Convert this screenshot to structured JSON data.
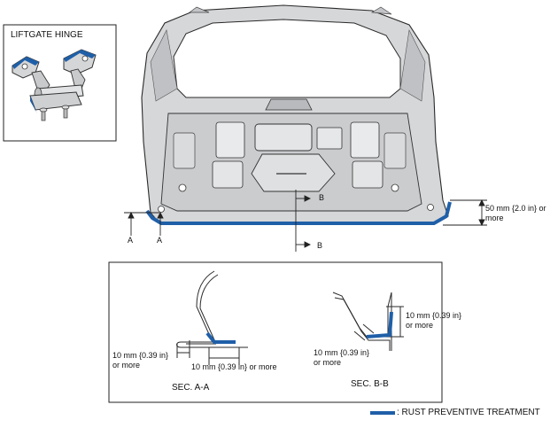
{
  "inset": {
    "title": "LIFTGATE HINGE"
  },
  "markers": {
    "a_left": "A",
    "a_right": "A",
    "b_top": "B",
    "b_bottom": "B"
  },
  "dimensions": {
    "liftgate_bottom_line1": "50 mm {2.0 in} or",
    "liftgate_bottom_line2": "more",
    "sec_a_left_line1": "10 mm {0.39 in}",
    "sec_a_left_line2": "or more",
    "sec_a_bottom": "10 mm {0.39 in} or more",
    "sec_b_right_line1": "10 mm {0.39 in}",
    "sec_b_right_line2": "or more",
    "sec_b_left_line1": "10 mm {0.39 in}",
    "sec_b_left_line2": "or more"
  },
  "sections": {
    "a_caption": "SEC. A-A",
    "b_caption": "SEC. B-B"
  },
  "legend": {
    "label": ": RUST PREVENTIVE TREATMENT",
    "color": "#1f5fa8"
  },
  "colors": {
    "treatment": "#1f5fa8",
    "panel_fill": "#d9dadc",
    "panel_shadow": "#a9abae",
    "outline": "#2a2a2a"
  }
}
